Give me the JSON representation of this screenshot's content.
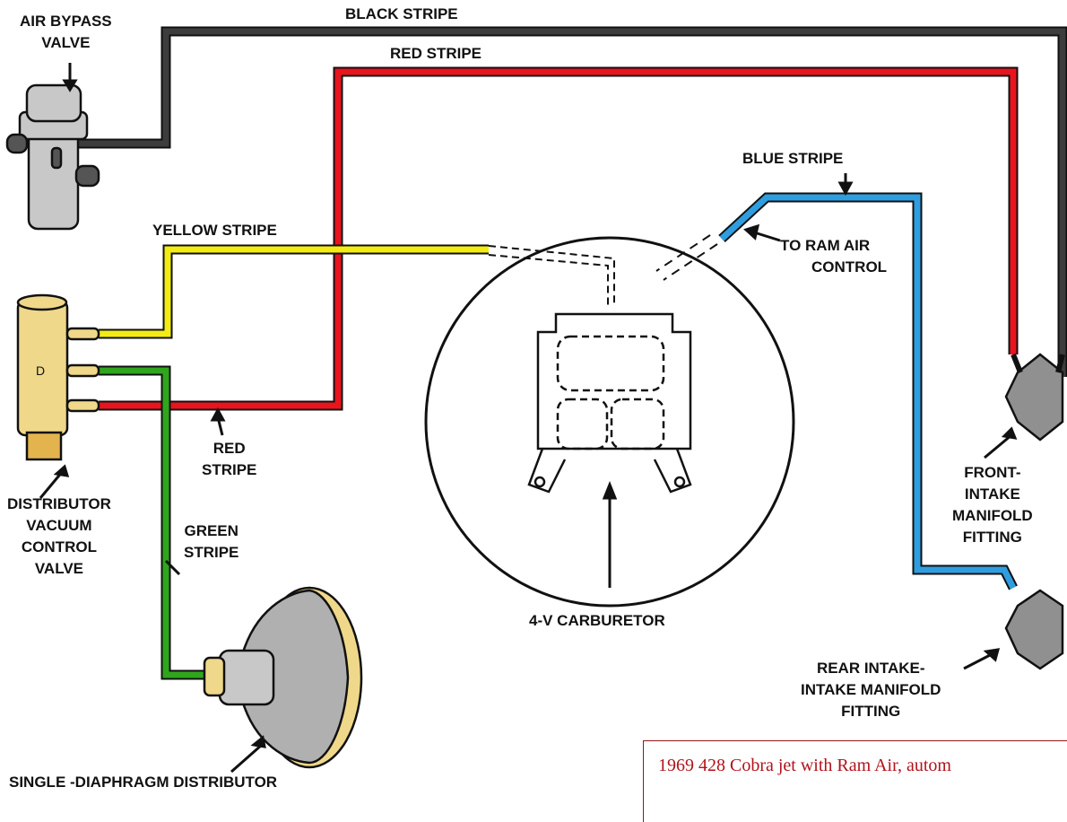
{
  "labels": {
    "air_bypass_valve": [
      "AIR BYPASS",
      "VALVE"
    ],
    "black_stripe": "BLACK STRIPE",
    "red_stripe_top": "RED STRIPE",
    "blue_stripe": "BLUE STRIPE",
    "yellow_stripe": "YELLOW STRIPE",
    "to_ram_air_control": [
      "TO RAM AIR",
      "CONTROL"
    ],
    "red_stripe_bottom": [
      "RED",
      "STRIPE"
    ],
    "distributor_vacuum_control_valve": [
      "DISTRIBUTOR",
      "VACUUM",
      "CONTROL",
      "VALVE"
    ],
    "green_stripe": [
      "GREEN",
      "STRIPE"
    ],
    "carburetor": "4-V CARBURETOR",
    "front_intake_manifold_fitting": [
      "FRONT-",
      "INTAKE",
      "MANIFOLD",
      "FITTING"
    ],
    "rear_intake_manifold_fitting": [
      "REAR INTAKE-",
      "INTAKE MANIFOLD",
      "FITTING"
    ],
    "single_diaphragm_distributor": "SINGLE -DIAPHRAGM DISTRIBUTOR",
    "valve_letter": "D"
  },
  "caption": "1969 428 Cobra jet with Ram Air, autom",
  "colors": {
    "black_stripe": "#3d3d3d",
    "red_stripe": "#e8141e",
    "yellow_stripe": "#f2ec14",
    "green_stripe": "#2fa61c",
    "blue_stripe": "#2f9ee0",
    "valve_body": "#f0d88a",
    "component_gray": "#c8c8c8",
    "caption_text": "#b1121c"
  }
}
